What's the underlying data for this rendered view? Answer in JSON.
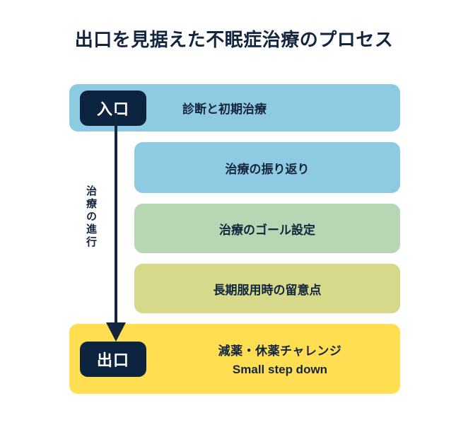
{
  "title": "出口を見据えた不眠症治療のプロセス",
  "progress_label": "治療の進行",
  "colors": {
    "navy": "#0d2440",
    "light_blue": "#8ecae2",
    "green": "#b7d7b4",
    "olive": "#d6d98a",
    "yellow": "#ffde52",
    "text": "#13253f",
    "background": "#ffffff"
  },
  "badges": {
    "entry": "入口",
    "exit": "出口"
  },
  "steps": [
    {
      "id": "entry",
      "badge": "入口",
      "label": "診断と初期治療",
      "color": "#8ecae2"
    },
    {
      "id": "review",
      "label": "治療の振り返り",
      "color": "#8ecae2"
    },
    {
      "id": "goal",
      "label": "治療のゴール設定",
      "color": "#b7d7b4"
    },
    {
      "id": "longterm",
      "label": "長期服用時の留意点",
      "color": "#d6d98a"
    },
    {
      "id": "exit",
      "badge": "出口",
      "label_jp": "減薬・休薬チャレンジ",
      "label_en": "Small step down",
      "color": "#ffde52"
    }
  ]
}
